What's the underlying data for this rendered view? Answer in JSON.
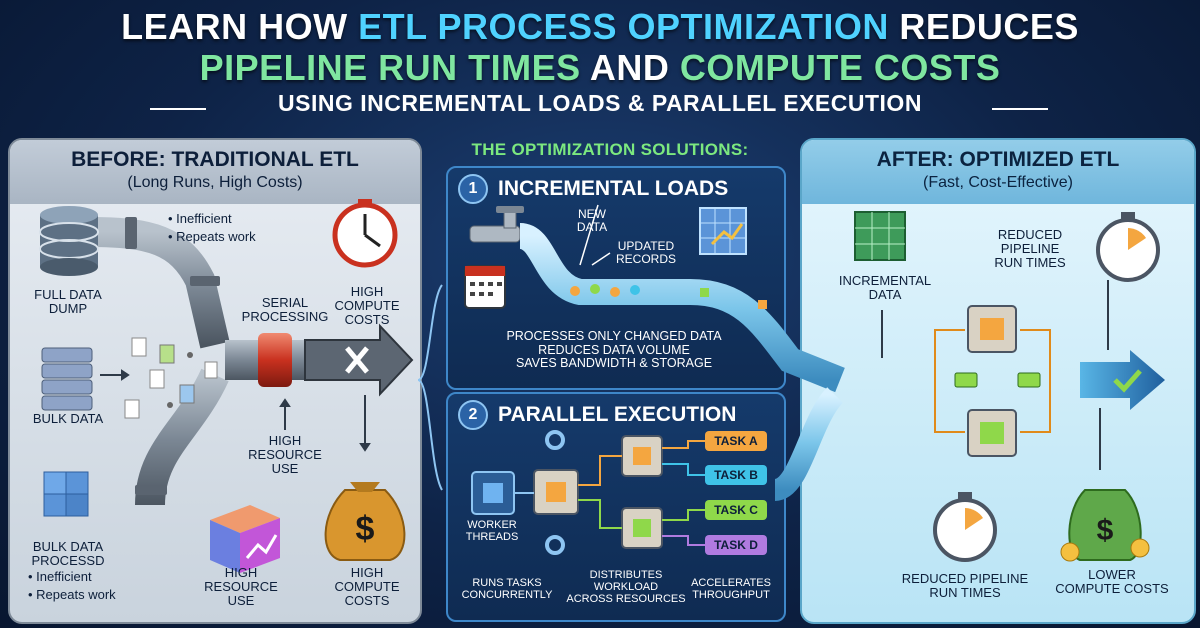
{
  "header": {
    "line1_a": "LEARN HOW ",
    "line1_b": "ETL PROCESS OPTIMIZATION",
    "line1_c": " REDUCES",
    "line2_a": "PIPELINE RUN TIMES",
    "line2_b": " AND ",
    "line2_c": "COMPUTE COSTS",
    "subtitle": "USING  INCREMENTAL LOADS & PARALLEL EXECUTION"
  },
  "before": {
    "title": "BEFORE: TRADITIONAL ETL",
    "subtitle": "(Long Runs, High Costs)",
    "bullets_top": [
      "• Inefficient",
      "• Repeats work"
    ],
    "full_data_dump": "FULL DATA\nDUMP",
    "bulk_data": "BULK DATA",
    "bulk_processed": "BULK DATA\nPROCESSD",
    "bullets_bottom": [
      "• Inefficient",
      "• Repeats work"
    ],
    "serial": "SERIAL\nPROCESSING",
    "high_compute_top": "HIGH\nCOMPUTE\nCOSTS",
    "high_resource_mid": "HIGH\nRESOURCE\nUSE",
    "high_resource_bottom": "HIGH\nRESOURCE\nUSE",
    "high_compute_bottom": "HIGH\nCOMPUTE\nCOSTS"
  },
  "solutions": {
    "title": "THE OPTIMIZATION SOLUTIONS:",
    "incremental": {
      "number": "1",
      "title": "INCREMENTAL LOADS",
      "new_data": "NEW\nDATA",
      "updated": "UPDATED\nRECORDS",
      "desc": [
        "PROCESSES ONLY CHANGED DATA",
        "REDUCES DATA VOLUME",
        "SAVES BANDWIDTH & STORAGE"
      ]
    },
    "parallel": {
      "number": "2",
      "title": "PARALLEL EXECUTION",
      "worker": "WORKER\nTHREADS",
      "tasks": [
        "TASK A",
        "TASK B",
        "TASK C",
        "TASK D"
      ],
      "footer": [
        "RUNS TASKS\nCONCURRENTLY",
        "DISTRIBUTES\nWORKLOAD\nACROSS RESOURCES",
        "ACCELERATES\nTHROUGHPUT"
      ]
    }
  },
  "after": {
    "title": "AFTER: OPTIMIZED ETL",
    "subtitle": "(Fast, Cost-Effective)",
    "incremental_data": "INCREMENTAL\nDATA",
    "reduced_top": "REDUCED\nPIPELINE\nRUN TIMES",
    "reduced_bottom": "REDUCED PIPELINE\nRUN TIMES",
    "lower_costs": "LOWER\nCOMPUTE COSTS",
    "dollar": "$"
  },
  "colors": {
    "accent_cyan": "#4fd2ff",
    "accent_green": "#7fe6a0",
    "task_a": "#f4a640",
    "task_b": "#3fc3e8",
    "task_c": "#8fd84a",
    "task_d": "#b07be0"
  }
}
